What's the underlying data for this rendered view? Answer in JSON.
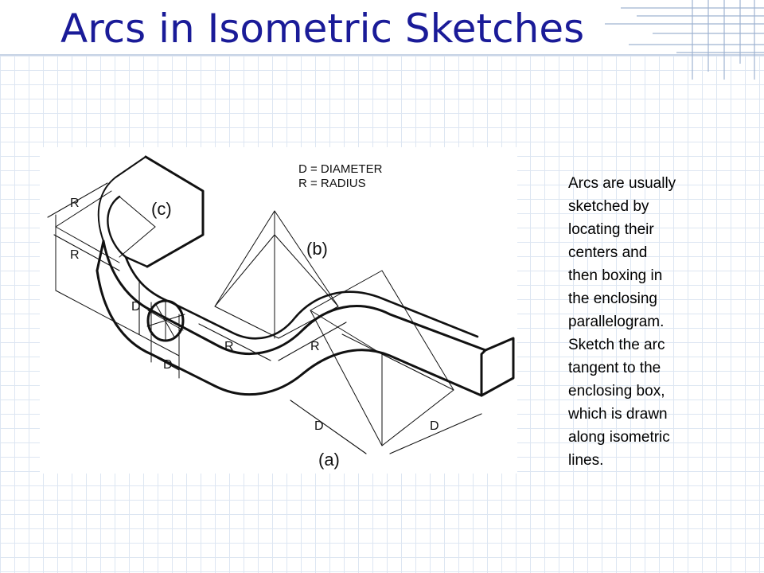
{
  "slide": {
    "title": "Arcs in Isometric Sketches",
    "body_lines": [
      "Arcs are usually",
      "sketched by",
      "locating their",
      "centers and",
      "then boxing in",
      "the enclosing",
      "parallelogram.",
      "Sketch the arc",
      "tangent to the",
      "enclosing box,",
      "which is drawn",
      "along isometric",
      "lines."
    ]
  },
  "figure": {
    "legend_line1": "D = DIAMETER",
    "legend_line2": "R = RADIUS",
    "label_a": "(a)",
    "label_b": "(b)",
    "label_c": "(c)",
    "dim_r": "R",
    "dim_d": "D"
  },
  "colors": {
    "title": "#1a1b98",
    "grid": "#dde6f2",
    "ink": "#111111"
  }
}
